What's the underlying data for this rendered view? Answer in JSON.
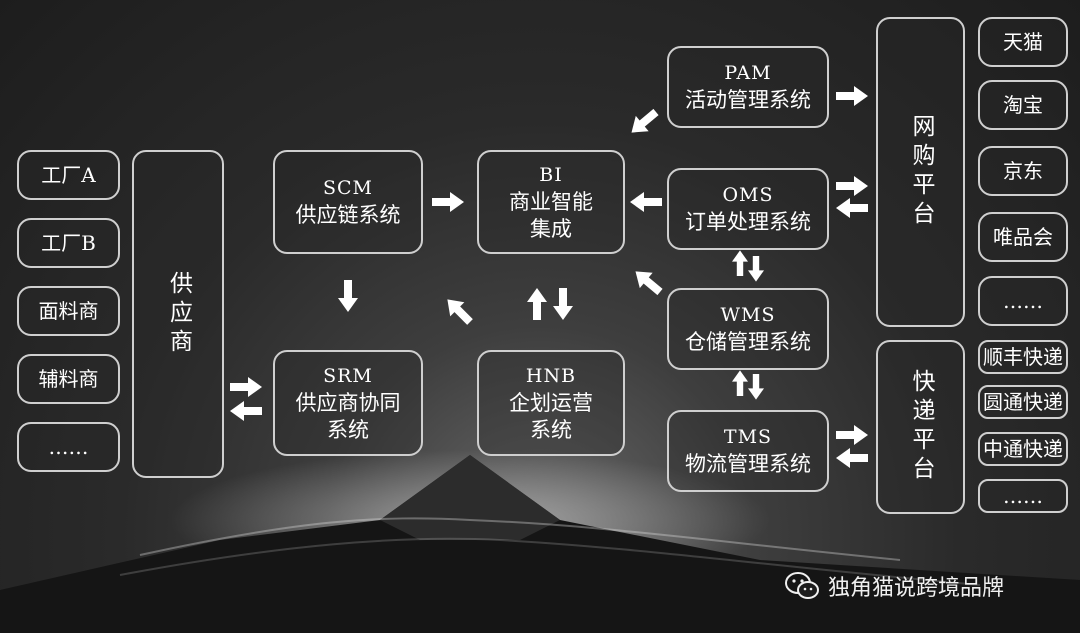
{
  "left_sources": {
    "items": [
      "工厂A",
      "工厂B",
      "面料商",
      "辅料商",
      "……"
    ]
  },
  "supplier_hub": {
    "label": "供应商"
  },
  "systems": {
    "scm": {
      "code": "SCM",
      "name": "供应链系统"
    },
    "srm": {
      "code": "SRM",
      "name_line1": "供应商协同",
      "name_line2": "系统"
    },
    "bi": {
      "code": "BI",
      "name_line1": "商业智能",
      "name_line2": "集成"
    },
    "hnb": {
      "code": "HNB",
      "name_line1": "企划运营",
      "name_line2": "系统"
    },
    "pam": {
      "code": "PAM",
      "name": "活动管理系统"
    },
    "oms": {
      "code": "OMS",
      "name": "订单处理系统"
    },
    "wms": {
      "code": "WMS",
      "name": "仓储管理系统"
    },
    "tms": {
      "code": "TMS",
      "name": "物流管理系统"
    }
  },
  "platforms": {
    "online": {
      "label": "网购平台",
      "items": [
        "天猫",
        "淘宝",
        "京东",
        "唯品会",
        "……"
      ]
    },
    "express": {
      "label": "快递平台",
      "items": [
        "顺丰快递",
        "圆通快递",
        "中通快递",
        "……"
      ]
    }
  },
  "watermark": {
    "text": "独角猫说跨境品牌",
    "icon": "wechat-icon"
  },
  "colors": {
    "box_border": "#cfcfcf",
    "arrow": "#ffffff",
    "text": "#ffffff"
  }
}
